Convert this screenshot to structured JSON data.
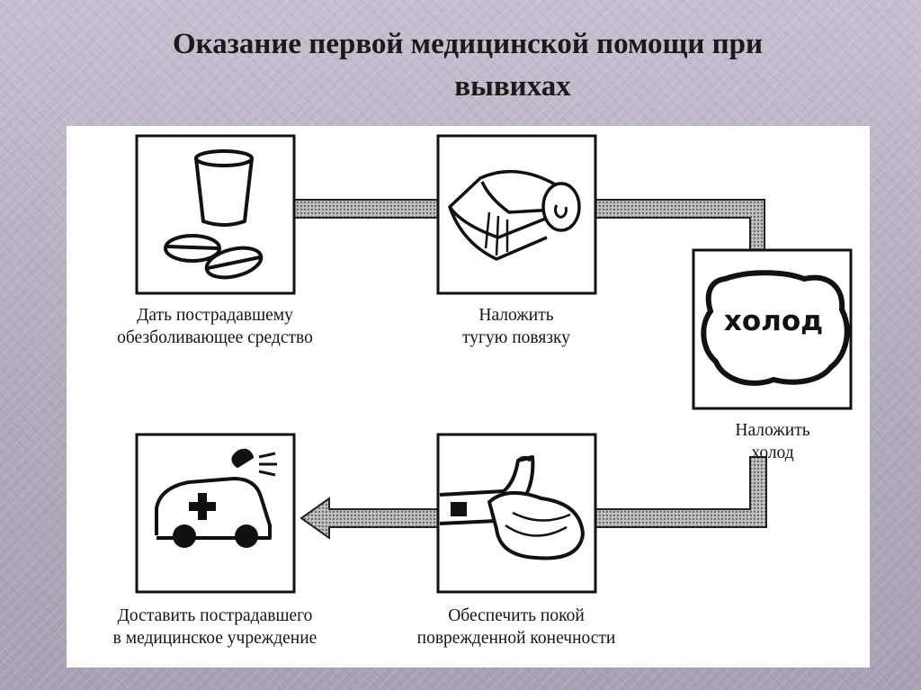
{
  "title": {
    "line1": "Оказание первой медицинской помощи при",
    "line2": "вывихах"
  },
  "steps": [
    {
      "icon": "medicine-cup-pills-icon",
      "caption": [
        "Дать пострадавшему",
        "обезболивающее средство"
      ]
    },
    {
      "icon": "bandage-roll-icon",
      "caption": [
        "Наложить",
        "тугую повязку"
      ]
    },
    {
      "icon": "cold-pack-icon",
      "label": "холод",
      "caption": [
        "Наложить",
        "холод"
      ]
    },
    {
      "icon": "immobilized-limb-icon",
      "caption": [
        "Обеспечить покой",
        "поврежденной конечности"
      ]
    },
    {
      "icon": "ambulance-icon",
      "caption": [
        "Доставить пострадавшего",
        "в медицинское учреждение"
      ]
    }
  ],
  "colors": {
    "background": "#b4acbf",
    "sheet": "#ffffff",
    "ink": "#111111",
    "arrow": "#8a8a8a"
  }
}
